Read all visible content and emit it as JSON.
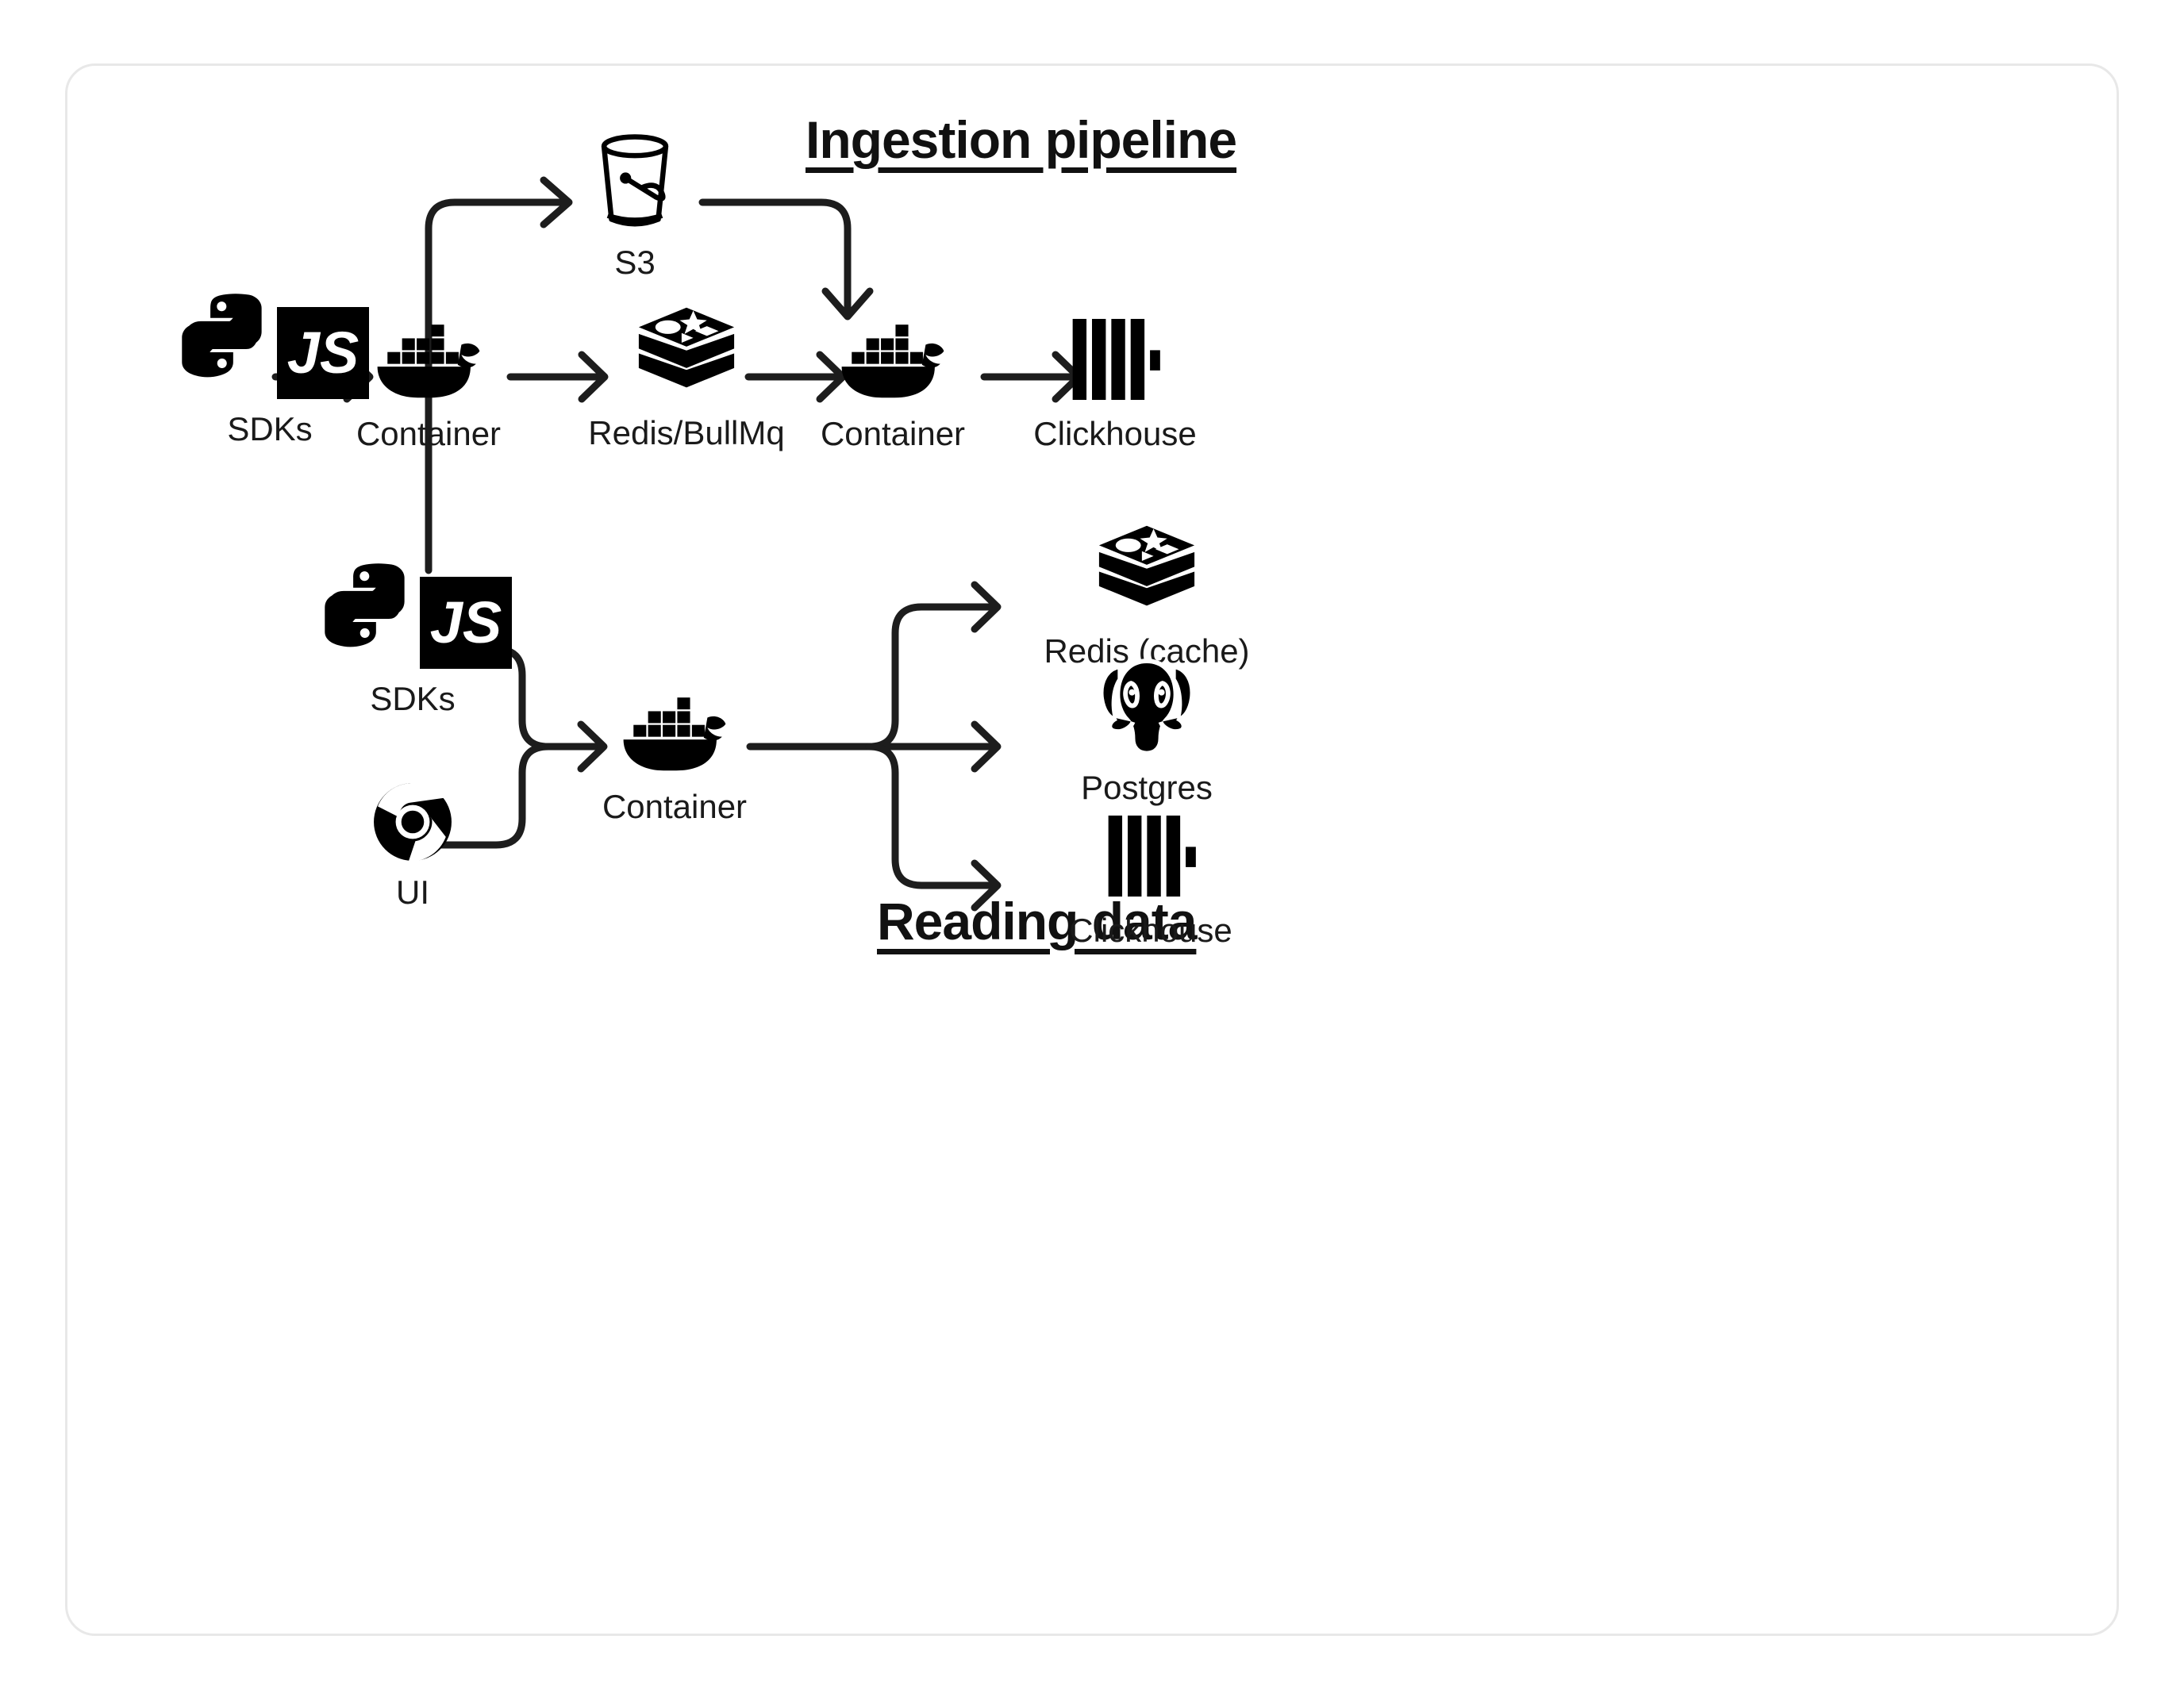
{
  "diagram": {
    "title_ingestion": "Ingestion pipeline",
    "title_reading": "Reading data",
    "accent_color": "#111111",
    "line_color": "#1d1d1d",
    "card_border_color": "#e8e8e8",
    "background": "#ffffff"
  },
  "ingestion": {
    "nodes": [
      {
        "id": "sdks",
        "label": "SDKs",
        "icon": "python-js-sdk-icon"
      },
      {
        "id": "container-1",
        "label": "Container",
        "icon": "docker-whale-icon"
      },
      {
        "id": "s3",
        "label": "S3",
        "icon": "s3-bucket-icon"
      },
      {
        "id": "redis",
        "label": "Redis/BullMq",
        "icon": "redis-stack-icon"
      },
      {
        "id": "container-2",
        "label": "Container",
        "icon": "docker-whale-icon"
      },
      {
        "id": "clickhouse",
        "label": "Clickhouse",
        "icon": "clickhouse-bars-icon"
      }
    ],
    "edges": [
      {
        "from": "sdks",
        "to": "container-1",
        "kind": "straight-arrow"
      },
      {
        "from": "container-1",
        "to": "s3",
        "kind": "elbow-up-right-arrow"
      },
      {
        "from": "container-1",
        "to": "redis",
        "kind": "straight-arrow"
      },
      {
        "from": "s3",
        "to": "container-2",
        "kind": "elbow-right-down-arrow"
      },
      {
        "from": "redis",
        "to": "container-2",
        "kind": "straight-arrow"
      },
      {
        "from": "container-2",
        "to": "clickhouse",
        "kind": "straight-arrow"
      }
    ]
  },
  "reading": {
    "nodes": [
      {
        "id": "sdks",
        "label": "SDKs",
        "icon": "python-js-sdk-icon"
      },
      {
        "id": "ui",
        "label": "UI",
        "icon": "chrome-browser-icon"
      },
      {
        "id": "container",
        "label": "Container",
        "icon": "docker-whale-icon"
      },
      {
        "id": "redis-cache",
        "label": "Redis (cache)",
        "icon": "redis-stack-icon"
      },
      {
        "id": "postgres",
        "label": "Postgres",
        "icon": "postgres-elephant-icon"
      },
      {
        "id": "clickhouse",
        "label": "Clickhouse",
        "icon": "clickhouse-bars-icon"
      }
    ],
    "edges": [
      {
        "from": "sdks",
        "to": "container",
        "kind": "merge-arrow"
      },
      {
        "from": "ui",
        "to": "container",
        "kind": "merge-arrow"
      },
      {
        "from": "container",
        "to": "redis-cache",
        "kind": "fanout-up-arrow"
      },
      {
        "from": "container",
        "to": "postgres",
        "kind": "fanout-straight-arrow"
      },
      {
        "from": "container",
        "to": "clickhouse",
        "kind": "fanout-down-arrow"
      }
    ]
  },
  "icons": {
    "js_text": "JS"
  }
}
